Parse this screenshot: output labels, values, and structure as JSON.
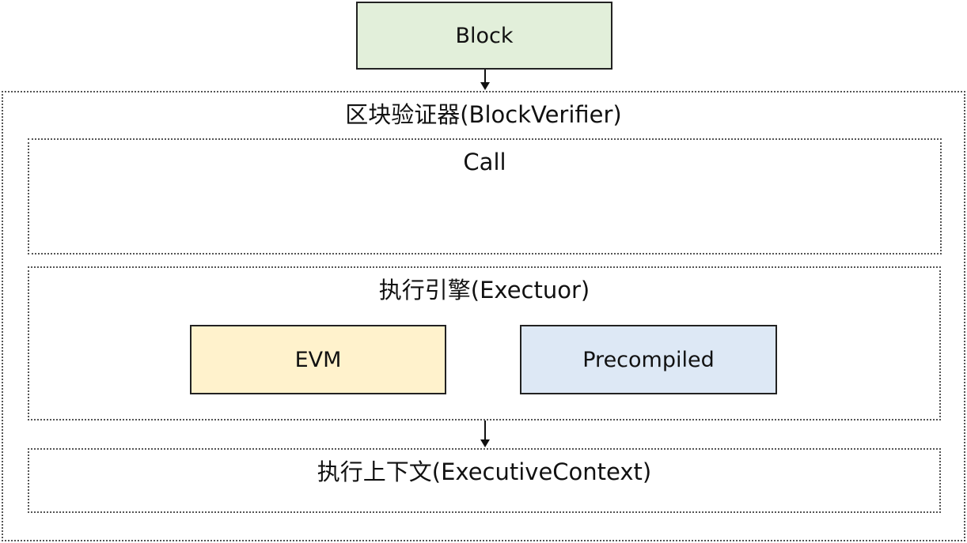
{
  "block": {
    "label": "Block",
    "color": "#e2efda"
  },
  "verifier": {
    "title": "区块验证器(BlockVerifier)"
  },
  "call": {
    "title": "Call"
  },
  "executor": {
    "title": "执行引擎(Exectuor)",
    "evm": {
      "label": "EVM",
      "color": "#fff2cc"
    },
    "precompiled": {
      "label": "Precompiled",
      "color": "#dde8f5"
    }
  },
  "context": {
    "title": "执行上下文(ExecutiveContext)"
  }
}
